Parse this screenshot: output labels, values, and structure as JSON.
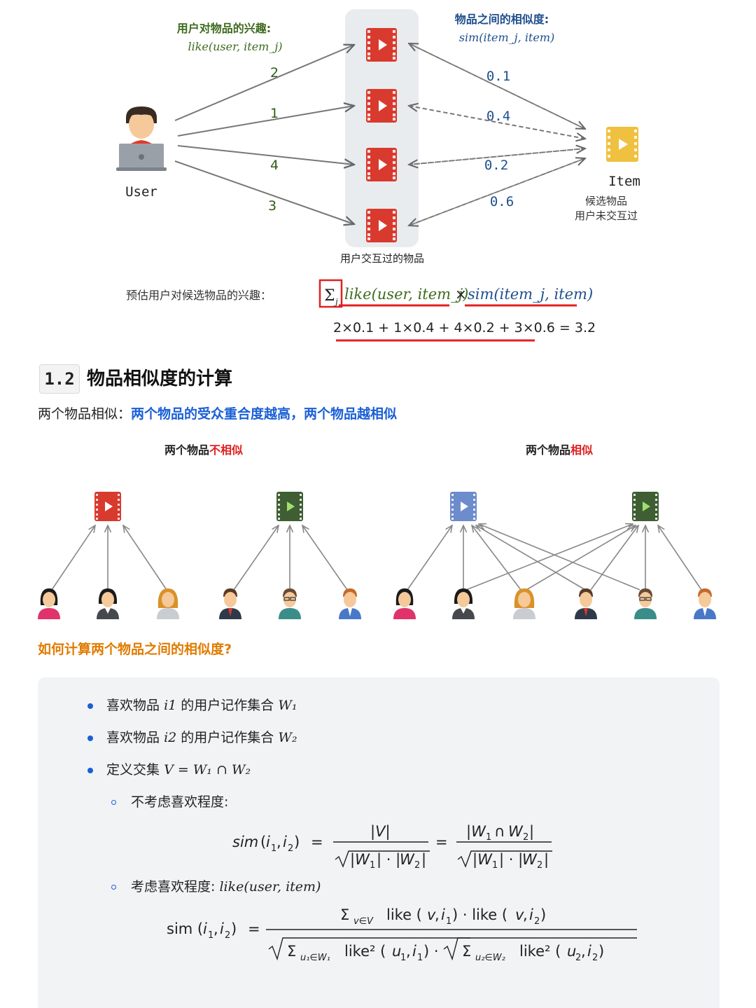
{
  "diagram": {
    "interest_title": "用户对物品的兴趣:",
    "interest_formula": "like(user, item_j)",
    "similarity_title": "物品之间的相似度:",
    "similarity_formula": "sim(item_j, item)",
    "user_label": "User",
    "item_label": "Item",
    "item_desc_1": "候选物品",
    "item_desc_2": "用户未交互过",
    "interacted_label": "用户交互过的物品",
    "likes": [
      "2",
      "1",
      "4",
      "3"
    ],
    "sims": [
      "0.1",
      "0.4",
      "0.2",
      "0.6"
    ],
    "estimate_label": "预估用户对候选物品的兴趣：",
    "estimate_formula_like": "like(user, item_j)",
    "estimate_formula_times": "×",
    "estimate_formula_sim": "sim(item_j, item)",
    "calc_line": "2×0.1 + 1×0.4 + 4×0.2 + 3×0.6 = 3.2"
  },
  "section": {
    "number": "1.2",
    "title": "物品相似度的计算",
    "intro_prefix": "两个物品相似：",
    "intro_highlight": "两个物品的受众重合度越高，两个物品越相似"
  },
  "comparison": {
    "left_title_prefix": "两个物品",
    "left_title_emph": "不相似",
    "right_title_prefix": "两个物品",
    "right_title_emph": "相似"
  },
  "question": "如何计算两个物品之间的相似度?",
  "panel": {
    "bullet_1_text": "喜欢物品",
    "bullet_1_item": "i1",
    "bullet_1_mid": "的用户记作集合",
    "bullet_1_set": "W₁",
    "bullet_2_text": "喜欢物品",
    "bullet_2_item": "i2",
    "bullet_2_mid": "的用户记作集合",
    "bullet_2_set": "W₂",
    "bullet_3_text": "定义交集",
    "bullet_3_formula": "V = W₁ ∩ W₂",
    "sub_1": "不考虑喜欢程度:",
    "sub_2_prefix": "考虑喜欢程度:",
    "sub_2_formula": "like(user, item)"
  },
  "colors": {
    "red_accent": "#e02020",
    "blue_highlight": "#1a5fd6",
    "question_orange": "#e07b00",
    "green_label": "#3e6b1e",
    "blue_label": "#1f4f8c"
  }
}
